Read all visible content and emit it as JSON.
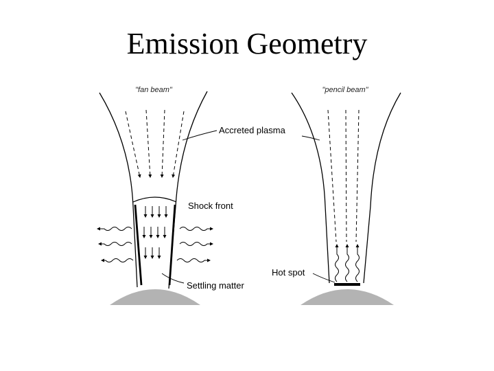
{
  "title": "Emission Geometry",
  "captions": {
    "fan_beam": "\"fan beam\"",
    "pencil_beam": "\"pencil beam\""
  },
  "labels": {
    "accreted_plasma": "Accreted plasma",
    "shock_front": "Shock front",
    "hot_spot": "Hot spot",
    "settling_matter": "Settling matter"
  },
  "colors": {
    "star_surface": "#b3b3b3",
    "line": "#000000"
  }
}
